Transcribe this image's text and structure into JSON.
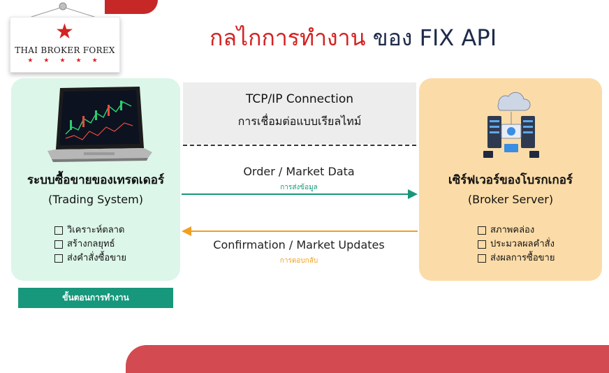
{
  "logo": {
    "name": "THAI BROKER FOREX"
  },
  "title": {
    "main": "กลไกการทำงาน",
    "rest": " ของ FIX API"
  },
  "trading_system": {
    "title": "ระบบซื้อขายของเทรดเดอร์",
    "subtitle": "(Trading System)",
    "items": [
      "วิเคราะห์ตลาด",
      "สร้างกลยุทธ์",
      "ส่งคำสั่งซื้อขาย"
    ]
  },
  "broker_server": {
    "title": "เซิร์ฟเวอร์ของโบรกเกอร์",
    "subtitle": "(Broker Server)",
    "items": [
      "สภาพคล่อง",
      "ประมวลผลคำสั่ง",
      "ส่งผลการซื้อขาย"
    ]
  },
  "connection": {
    "title": "TCP/IP Connection",
    "subtitle": "การเชื่อมต่อแบบเรียลไทม์"
  },
  "flows": {
    "forward_label": "Order / Market Data",
    "forward_sub": "การส่งข้อมูล",
    "return_label": "Confirmation / Market Updates",
    "return_sub": "การตอบกลับ"
  },
  "steps_button": {
    "label": "ขั้นตอนการทำงาน"
  },
  "colors": {
    "title_red": "#d32323",
    "trading_bg": "#dcf6e9",
    "broker_bg": "#fbdca8",
    "forward_arrow": "#17977b",
    "return_arrow": "#f0a020",
    "button_bg": "#17977b"
  }
}
